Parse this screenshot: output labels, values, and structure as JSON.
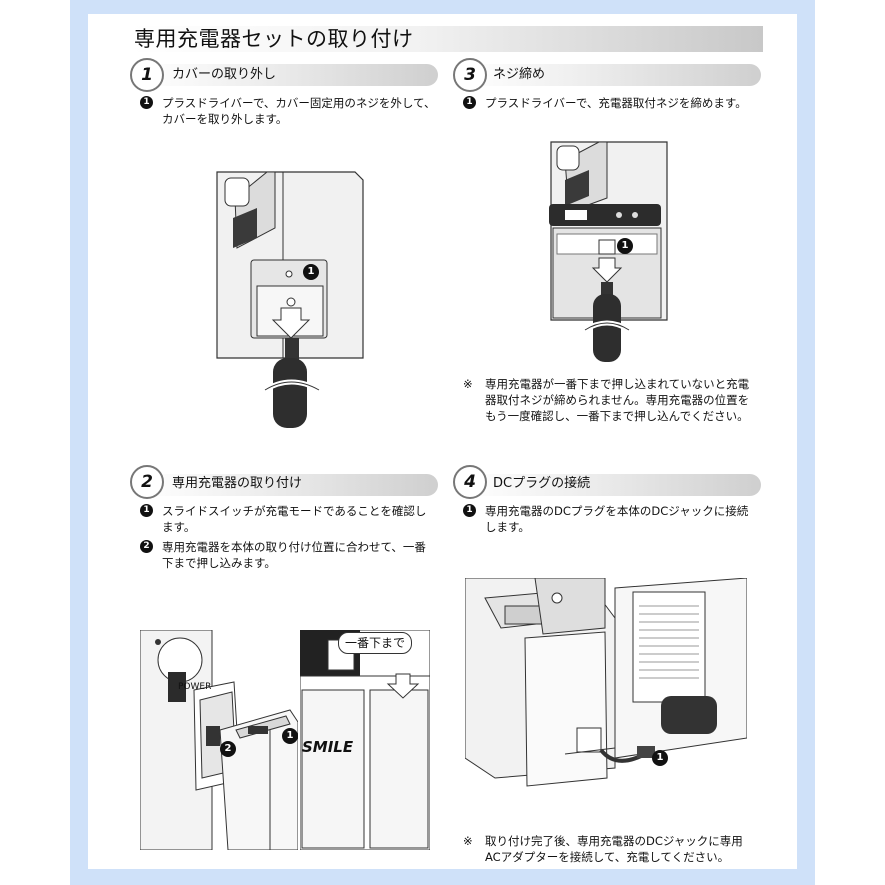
{
  "title": "専用充電器セットの取り付け",
  "steps": [
    {
      "number": "1",
      "title": "カバーの取り外し",
      "instructions": [
        {
          "bullet": "1",
          "text": "プラスドライバーで、カバー固定用のネジを外して、カバーを取り外します。"
        }
      ]
    },
    {
      "number": "2",
      "title": "専用充電器の取り付け",
      "instructions": [
        {
          "bullet": "1",
          "text": "スライドスイッチが充電モードであることを確認します。"
        },
        {
          "bullet": "2",
          "text": "専用充電器を本体の取り付け位置に合わせて、一番下まで押し込みます。"
        }
      ],
      "callout": "一番下まで"
    },
    {
      "number": "3",
      "title": "ネジ締め",
      "instructions": [
        {
          "bullet": "1",
          "text": "プラスドライバーで、充電器取付ネジを締めます。"
        }
      ],
      "note": {
        "mark": "※",
        "text": "専用充電器が一番下まで押し込まれていないと充電器取付ネジが締められません。専用充電器の位置をもう一度確認し、一番下まで押し込んでください。"
      }
    },
    {
      "number": "4",
      "title": "DCプラグの接続",
      "instructions": [
        {
          "bullet": "1",
          "text": "専用充電器のDCプラグを本体のDCジャックに接続します。"
        }
      ],
      "note": {
        "mark": "※",
        "text": "取り付け完了後、専用充電器のDCジャックに専用ACアダプターを接続して、充電してください。"
      }
    }
  ],
  "illustrations": {
    "callout_1": "1",
    "callout_2": "2",
    "device_label_smile": "SMILE",
    "device_label_power": "POWER"
  },
  "colors": {
    "frame": "#cfe1f9",
    "ink": "#111111",
    "device_body": "#e8e8e8",
    "device_dark": "#333333"
  }
}
